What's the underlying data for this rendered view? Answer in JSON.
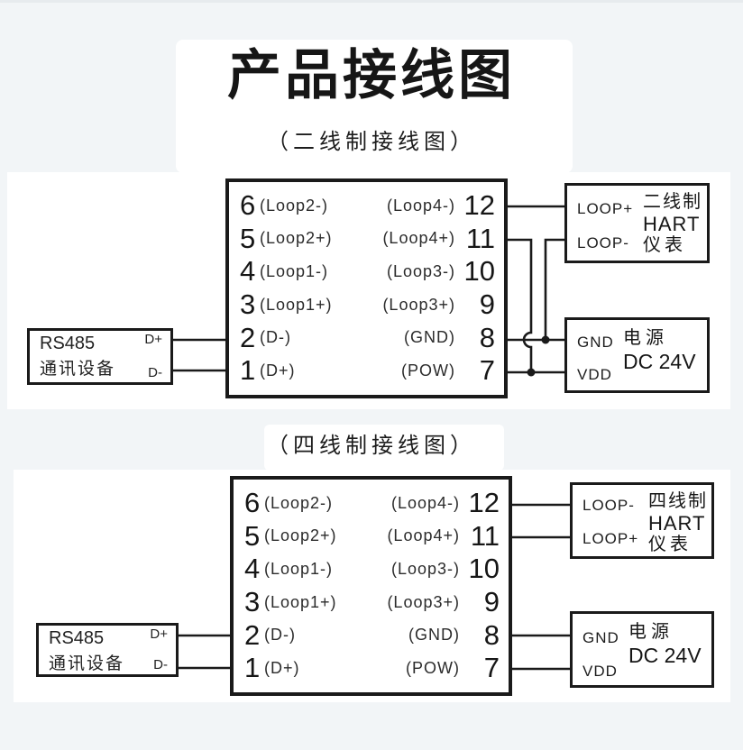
{
  "title": "产品接线图",
  "colors": {
    "page_background": "#f2f5f7",
    "panel_background": "#ffffff",
    "line_color": "#1a1a1a"
  },
  "terminal_rows": [
    {
      "left_num": "6",
      "left_label": "(Loop2-)",
      "right_label": "(Loop4-)",
      "right_num": "12"
    },
    {
      "left_num": "5",
      "left_label": "(Loop2+)",
      "right_label": "(Loop4+)",
      "right_num": "11"
    },
    {
      "left_num": "4",
      "left_label": "(Loop1-)",
      "right_label": "(Loop3-)",
      "right_num": "10"
    },
    {
      "left_num": "3",
      "left_label": "(Loop1+)",
      "right_label": "(Loop3+)",
      "right_num": "9"
    },
    {
      "left_num": "2",
      "left_label": "(D-)",
      "right_label": "(GND)",
      "right_num": "8"
    },
    {
      "left_num": "1",
      "left_label": "(D+)",
      "right_label": "(POW)",
      "right_num": "7"
    }
  ],
  "rs485_box": {
    "line1": "RS485",
    "line2": "通讯设备",
    "terminal_top": "D+",
    "terminal_bottom": "D-"
  },
  "sections": [
    {
      "subtitle": "（二线制接线图）",
      "hart_box": {
        "terminal_top": "LOOP+",
        "terminal_bottom": "LOOP-",
        "name_line1": "二线制",
        "name_line2": "HART",
        "name_line3": "仪表"
      },
      "power_box": {
        "terminal_top": "GND",
        "terminal_bottom": "VDD",
        "name_line1": "电源",
        "name_line2": "DC 24V"
      },
      "connections": [
        "pin 12 → HART LOOP+",
        "pin 11 → power VDD (vertical wire hops over GND wire)",
        "HART LOOP- → GND wire (junction dot)",
        "pin 8 → power GND",
        "pin 7 → power VDD",
        "RS485 D+ → pin 2 row",
        "RS485 D- → pin 1 row"
      ]
    },
    {
      "subtitle": "（四线制接线图）",
      "hart_box": {
        "terminal_top": "LOOP-",
        "terminal_bottom": "LOOP+",
        "name_line1": "四线制",
        "name_line2": "HART",
        "name_line3": "仪表"
      },
      "power_box": {
        "terminal_top": "GND",
        "terminal_bottom": "VDD",
        "name_line1": "电源",
        "name_line2": "DC 24V"
      },
      "connections": [
        "pin 12 → HART LOOP-",
        "pin 11 → HART LOOP+",
        "pin 8 → power GND",
        "pin 7 → power VDD",
        "RS485 D+ → pin 2 row",
        "RS485 D- → pin 1 row"
      ]
    }
  ]
}
